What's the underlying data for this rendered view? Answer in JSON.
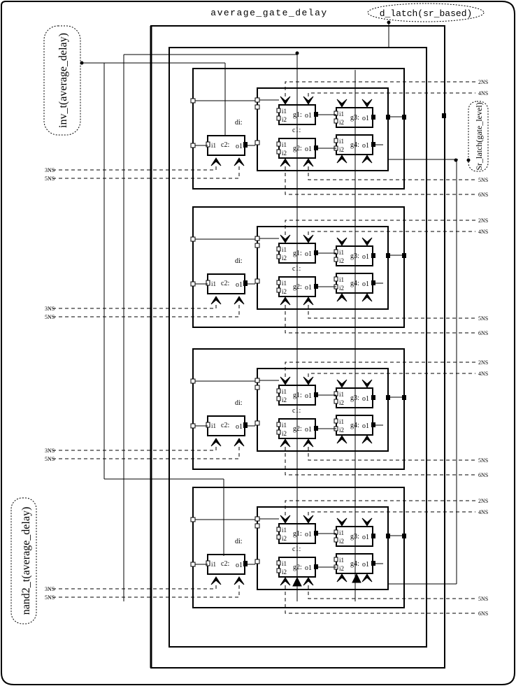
{
  "diagram": {
    "title": "average_gate_delay",
    "top_right_module": "d_latch(sr_based)",
    "right_module": "Sr_latch(gate_level)",
    "left_top_module": "inv_t(average_delay)",
    "left_bottom_module": "nand2_t(average_delay)",
    "inner_label_di": "di:",
    "inner_label_c1": "c1:",
    "c2_label": "c2:",
    "gate_labels": [
      "g1:",
      "g2:",
      "g3:",
      "g4:"
    ],
    "port_i1": "i1",
    "port_i2": "i2",
    "port_o1": "o1",
    "left_timing": [
      "3NS",
      "5NS"
    ],
    "right_timing_top": [
      "2NS",
      "4NS"
    ],
    "right_timing_bottom": [
      "5NS",
      "6NS"
    ],
    "stage_count": 4
  }
}
